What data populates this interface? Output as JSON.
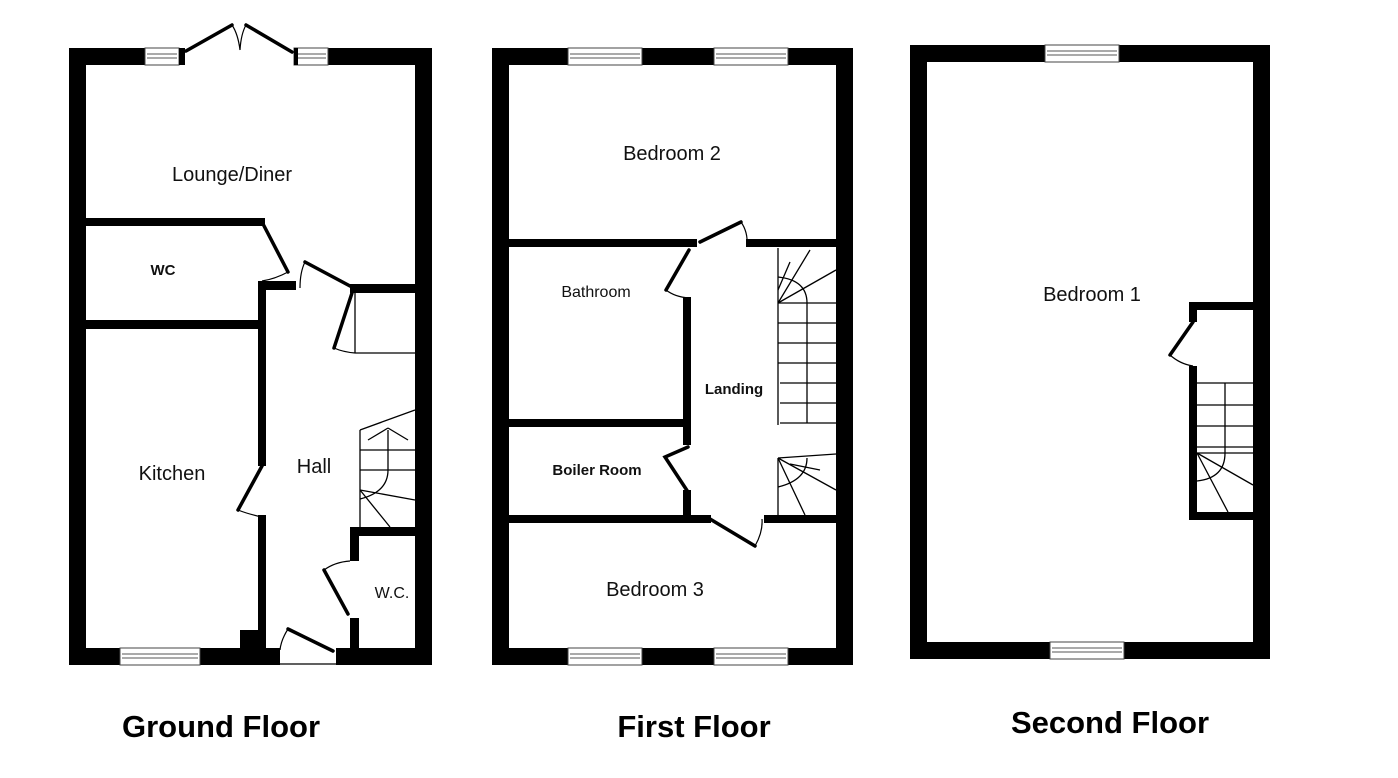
{
  "floors": [
    {
      "title": "Ground Floor",
      "rooms": [
        "Lounge/Diner",
        "WC",
        "Kitchen",
        "Hall",
        "W.C."
      ]
    },
    {
      "title": "First Floor",
      "rooms": [
        "Bedroom 2",
        "Bathroom",
        "Landing",
        "Boiler Room",
        "Bedroom 3"
      ]
    },
    {
      "title": "Second Floor",
      "rooms": [
        "Bedroom 1"
      ]
    }
  ],
  "colors": {
    "wall": "#000000",
    "background": "#ffffff",
    "text": "#111111"
  }
}
